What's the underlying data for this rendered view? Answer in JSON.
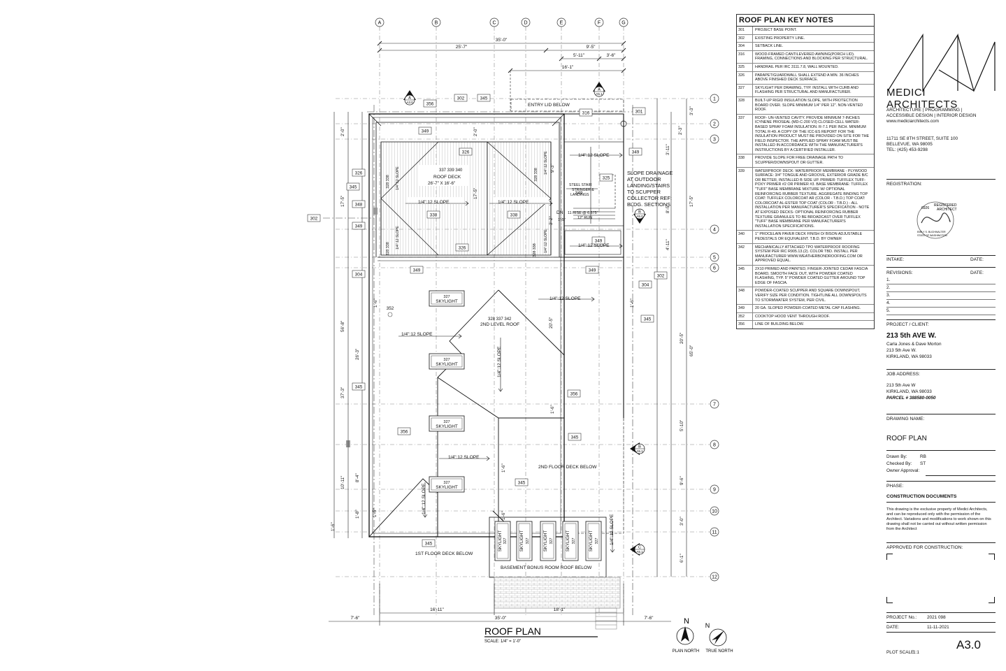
{
  "drawing": {
    "title": "ROOF PLAN",
    "scale": "SCALE: 1/4\" = 1'-0\"",
    "north_plan": "PLAN NORTH",
    "north_true": "TRUE NORTH",
    "north_letter": "N",
    "grid_columns": [
      "A",
      "B",
      "C",
      "D",
      "E",
      "F",
      "G"
    ],
    "grid_rows": [
      "1",
      "2",
      "3",
      "4",
      "5",
      "6",
      "7",
      "8",
      "9",
      "10",
      "11",
      "12"
    ],
    "dims": {
      "top_overall": "35'-0\"",
      "top_left": "25'-7\"",
      "top_right": "9'-5\"",
      "top_e_f": "5'-11\"",
      "top_f_g": "3'-6\"",
      "top_entry": "16'-1\"",
      "bottom_overall": "35'-0\"",
      "bottom_left": "16'-11\"",
      "bottom_right": "18'-1\"",
      "bottom_l_setback": "7'-6\"",
      "bottom_r_setback": "7'-6\"",
      "left_a": "2'-0\"",
      "left_b": "17'-5\"",
      "left_c": "56'-8\"",
      "left_d": "26'-3\"",
      "left_e": "37'-3\"",
      "left_f": "10'-11\"",
      "left_g": "8'-4\"",
      "left_h": "1'-8\"",
      "left_i": "1'-6\"",
      "left_j": "1'-6\"",
      "right_a": "3'-3\"",
      "right_b": "2'-3\"",
      "right_c": "3'-11\"",
      "right_d": "8'-5\"",
      "right_e": "17'-5\"",
      "right_f": "4'-11\"",
      "right_g": "20'-5\"",
      "right_h": "65'-0\"",
      "right_i": "5'-10\"",
      "right_j": "9'-6\"",
      "right_k": "3'-0\"",
      "right_l": "6'-1\"",
      "deck_a": "2'-0\"",
      "deck_b": "17'-5\"",
      "deck_c": "9'-3\"",
      "deck_d": "3'-2\"",
      "stair_rise": "11 RISE @ 6.875\"",
      "stair_run": "12\" RUN",
      "stair_dim": "1'-5\"",
      "inner_a": "1'-6\"",
      "inner_b": "1'-6\"",
      "inner_c": "1'-6\"",
      "inner_d": "1'-6\"",
      "inner_e": "1'-5\""
    },
    "labels": {
      "entry_lid": "ENTRY LID BELOW",
      "roof_deck": "ROOF DECK",
      "roof_deck_size": "26'-7\" X 16'-6\"",
      "roof_deck_codes": "337  339  340",
      "slope_1": "1/4\":12 SLOPE",
      "slope_2": "1/4\":12 SLOPE",
      "slope_3": "1/4\":12 SLOPE",
      "slope_4": "1/4\":12 SLOPE",
      "slope_5": "1/4\":12 SLOPE",
      "slope_6": "1/4\":12 SLOPE",
      "slope_7": "1/4\":12 SLOPE",
      "slope_8": "1/4\":12 SLOPE",
      "slope_9": "1/4\":12 SLOPE",
      "slope_10": "1/4\":12 SLOPE",
      "slope_v1": "1/4\":12 SLOPE",
      "slope_v2": "1/4\":12 SLOPE",
      "slope_small_1": "1/4\":12 SLOPE",
      "slope_small_2": "1/4\":12 SLOPE",
      "slope_small_3": "1/4\":12 SLOPE",
      "slope_small_4": "1/4\":12 SLOPE",
      "steel_stair_1": "STEEL STAIR",
      "steel_stair_2": "STRINGER &",
      "steel_stair_3": "LANDINGS",
      "dn": "DN",
      "slope_drain_1": "SLOPE DRAINAGE",
      "slope_drain_2": "AT OUTDOOR",
      "slope_drain_3": "LANDING/STAIRS",
      "slope_drain_4": "TO SCUPPER",
      "slope_drain_5": "COLLECTOR REF:",
      "slope_drain_6": "BLDG. SECTIONS",
      "second_level_codes": "328  337  342",
      "second_level": "2ND LEVEL ROOF",
      "second_floor_deck": "2ND FLOOR DECK BELOW",
      "first_floor_deck": "1ST FLOOR DECK BELOW",
      "basement_roof": "BASEMENT BONUS ROOM ROOF BELOW",
      "skylight": "SKYLIGHT",
      "skylight_code": "327"
    },
    "callouts": {
      "c302a": "302",
      "c302b": "302",
      "c302c": "302",
      "c304a": "304",
      "c304b": "304",
      "c316": "316",
      "c301": "301",
      "c325": "325",
      "c326a": "326",
      "c326b": "326",
      "c326c": "326",
      "c326d": "326",
      "c338a": "338",
      "c338b": "338",
      "c345a": "345",
      "c345b": "345",
      "c345c": "345",
      "c345d": "345",
      "c345e": "345",
      "c345f": "345",
      "c345g": "345",
      "c348": "348",
      "c349a": "349",
      "c349b": "349",
      "c349c": "349",
      "c349d": "349",
      "c349e": "349",
      "c349f": "349",
      "c349g": "349",
      "c352": "352",
      "c356a": "356",
      "c356b": "356",
      "c356c": "356",
      "c328a": "328 338",
      "c328b": "328 338",
      "c328c": "328 338",
      "c328d": "328 338"
    },
    "section_marks": [
      {
        "letter": "A",
        "sheet": "A3.0"
      },
      {
        "letter": "A",
        "sheet": "A5.1"
      },
      {
        "letter": "B",
        "sheet": "A5.0"
      },
      {
        "letter": "B",
        "sheet": "A5.1"
      },
      {
        "letter": "C",
        "sheet": "A5.1"
      }
    ]
  },
  "key_notes": {
    "title": "ROOF PLAN KEY NOTES",
    "items": [
      {
        "code": "301",
        "text": "PROJECT BASE POINT."
      },
      {
        "code": "302",
        "text": "EXISTING PROPERTY LINE."
      },
      {
        "code": "304",
        "text": "SETBACK LINE."
      },
      {
        "code": "316",
        "text": "WOOD-FRAMED CANTILEVERED AWNING(PORCH LID). FRAMING, CONNECTIONS AND BLOCKING PER STRUCTURAL."
      },
      {
        "code": "325",
        "text": "HANDRAIL PER IRC 3111.7.8, WALL MOUNTED."
      },
      {
        "code": "326",
        "text": "PARAPET/GUARDWALL SHALL EXTEND A MIN. 36 INCHES ABOVE FINISHED DECK SURFACE."
      },
      {
        "code": "327",
        "text": "SKYLIGHT PER DRAWING, TYP. INSTALL WITH CURB AND FLASHING PER STRUCTURAL AND MANUFACTURER."
      },
      {
        "code": "328",
        "text": "BUILT-UP RIGID INSULATION SLOPE, WITH PROTECTION BOARD OVER. SLOPE MINIMUM 1/4\" PER 12\". NON-VENTED ROOF."
      },
      {
        "code": "337",
        "text": "ROOF- UN-VENTED CAVITY. PROVIDE MINIMUM 7-INCHES ICYNENE PROSEAL (MD-C-200 v3) CLOSED-CELL WATER-BASED SPRAY FOAM INSULATION. R-7.1 PER INCH. MINIMUM TOTAL R-49. A COPY OF THE ICC-ES REPORT FOR THE INSULATION PRODUCT MUST BE PROVIDED ON SITE FOR THE FIELD INSPECTOR. THE APPLIED SPRAY FOAM MUST BE INSTALLED IN ACCORDANCE WITH THE MANUFACTURER'S INSTRUCTIONS BY A CERTIFIED INSTALLER."
      },
      {
        "code": "338",
        "text": "PROVIDE SLOPE FOR FREE DRAINAGE PATH TO SCUPPER/DOWNSPOUT OR GUTTER."
      },
      {
        "code": "339",
        "text": "WATERPROOF DECK: WATERPROOF MEMBRANE - PLYWOOD SURFACE: 3/4\" TONGUE AND GROOVE, EXTERIOR GRADE B/C OR BETTER, INSTALLED B SIDE UP. PRIMER: TUFFLEX TUFF-POXY PRIMER #2 OR PRIMER #3. BASE MEMBRANE: TUFFLEX \"TUFF\" BASE MEMBRANE MIXTURE W/ OPTIONAL REINFORCING RUBBER TEXTURE. AGGREGATE BINDING TOP COAT: TUFFLEX COLORCOAT AR (COLOR - T.B.D.) TOP COAT: COLORCOAT AL-ESTER TOP COAT (COLOR - T.B.D.) - ALL INSTALLATION PER MANUFACTURER'S SPECIFICATION - NOTE AT EXPOSED DECKS- OPTIONAL REINFORCING RUBBER TEXTURE GRANULES TO BE BROADCAST OVER TUFFLEX \"TUFF\" BASE MEMBRANE PER MANUFACTURER'S INSTALLATION SPECIFICATIONS."
      },
      {
        "code": "340",
        "text": "1\" PROCELAIN PAVER DECK FINISH o/ BISON ADJUSTABLE PEDESTALS OR EQUIVALENT. T.B.D. BY OWNER"
      },
      {
        "code": "342",
        "text": "MECHANICALLY ATTACHED TPO WATERPROOF ROOFING SYSTEM PER IRC R905.13.(2). COLOR TBD. INSTALL PER MANUFACTURER WWW.WEATHERBONDROOFING.COM OR APPROVED EQUAL."
      },
      {
        "code": "345",
        "text": "2X10 PRIMED AND PAINTED, FINGER-JOINTED CEDAR FASCIA BOARD, SMOOTH FACE OUT, WITH POWDER COATED FLASHING, TYP. 5\" POWDER COATED GUTTER AROUND TOP EDGE OF FASCIA."
      },
      {
        "code": "348",
        "text": "POWDER-COATED SCUPPER AND SQUARE DOWNSPOUT, VERIFY SIZE PER CONDITION. TIGHTLINE ALL DOWNSPOUTS TO STORMWATER SYSTEM, PER CIVIL."
      },
      {
        "code": "349",
        "text": "20 GA. SLOPED POWDER-COATED METAL CAP FLASHING."
      },
      {
        "code": "352",
        "text": "COOKTOP HOOD VENT THROUGH ROOF."
      },
      {
        "code": "356",
        "text": "LINE OF BUILDING BELOW."
      }
    ]
  },
  "title_block": {
    "firm": "MEDICI ARCHITECTS",
    "services_1": "ARCHITECTURE | PROGRAMMING |",
    "services_2": "ACCESSIBLE DESIGN | INTERIOR DESIGN",
    "website": "www.mediciarchitects.com",
    "address_1": "11711 SE 8TH STREET, SUITE 100",
    "address_2": "BELLEVUE, WA 98005",
    "phone": "TEL: (425) 453-9298",
    "registration_label": "REGISTRATION:",
    "stamp_number": "6926",
    "stamp_top": "REGISTERED",
    "stamp_top2": "ARCHITECT",
    "stamp_name": "EMILY S. BUCHWALTER",
    "stamp_state": "STATE OF WASHINGTON",
    "intake_label": "INTAKE:",
    "date_label": "DATE:",
    "revisions_label": "REVISIONS:",
    "revisions_date_label": "DATE:",
    "revision_numbers": [
      "1.",
      "2.",
      "3.",
      "4.",
      "5."
    ],
    "project_client_label": "PROJECT / CLIENT:",
    "project_name": "213 5th AVE W.",
    "client_1": "Carla Jones & Dave Morton",
    "client_2": "213 5th Ave W.",
    "client_3": "KIRKLAND, WA 98033",
    "job_address_label": "JOB ADDRESS:",
    "job_1": "213 5th Ave W",
    "job_2": "KIRKLAND, WA 98033",
    "job_3": "PARCEL # 388580-0050",
    "drawing_name_label": "DRAWING NAME:",
    "drawing_name": "ROOF PLAN",
    "drawn_by_label": "Drawn By:",
    "drawn_by": "RB",
    "checked_by_label": "Checked By:",
    "checked_by": "ST",
    "owner_approval_label": "Owner Approval:",
    "phase_label": "PHASE:",
    "phase": "CONSTRUCTION DOCUMENTS",
    "disclaimer": "This drawing is the exclusive property of Medici Architects, and can be reproduced only with the permission of the Architect.  Variations and modifications to work shown on this drawing shall not be carried out without written permission from the Architect",
    "approved_label": "APPROVED FOR CONSTRUCTION:",
    "project_no_label": "PROJECT No.:",
    "project_no": "2021 098",
    "date_value_label": "DATE:",
    "date_value": "11-11-2021",
    "plot_scale_label": "PLOT SCALE:",
    "plot_scale": "1:1",
    "sheet_number": "A3.0"
  }
}
